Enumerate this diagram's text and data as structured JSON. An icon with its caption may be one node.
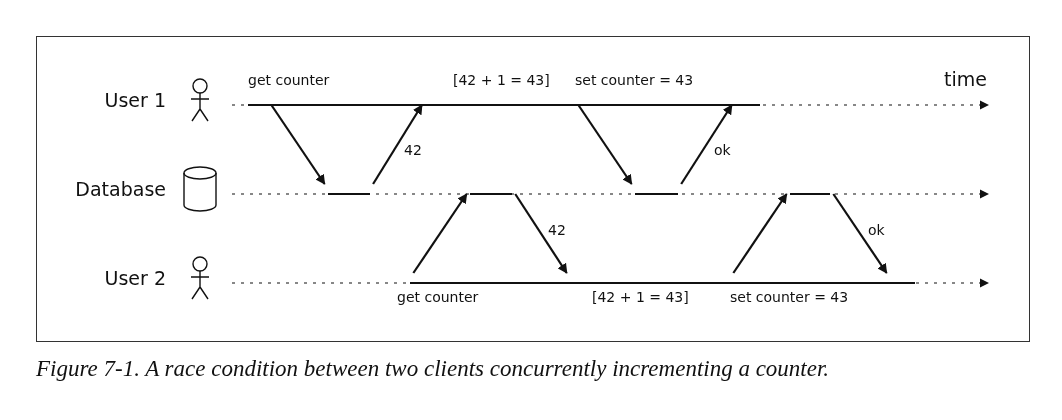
{
  "diagram": {
    "caption": "Figure 7-1. A race condition between two clients concurrently incrementing a counter.",
    "nodes": [
      {
        "text": [],
        "shape": "person",
        "beside": [
          "User 1"
        ]
      },
      {
        "text": [],
        "shape": "cylinder",
        "beside": [
          "Database"
        ]
      },
      {
        "text": [],
        "shape": "person",
        "beside": [
          "User 2"
        ]
      }
    ],
    "edges": [
      {
        "from": 0,
        "to": 1,
        "arrow": "to",
        "label": "get counter"
      },
      {
        "from": 1,
        "to": 0,
        "arrow": "to",
        "label": "42"
      },
      {
        "from": 0,
        "to": 1,
        "arrow": "to",
        "label": "set counter = 43"
      },
      {
        "from": 1,
        "to": 0,
        "arrow": "to",
        "label": "ok"
      },
      {
        "from": 2,
        "to": 1,
        "arrow": "to",
        "label": "get counter"
      },
      {
        "from": 1,
        "to": 2,
        "arrow": "to",
        "label": "42"
      },
      {
        "from": 2,
        "to": 1,
        "arrow": "to",
        "label": "set counter = 43"
      },
      {
        "from": 1,
        "to": 2,
        "arrow": "to",
        "label": "ok"
      }
    ],
    "labels": [
      "time",
      "[42 + 1 = 43]",
      "[42 + 1 = 43]"
    ]
  }
}
